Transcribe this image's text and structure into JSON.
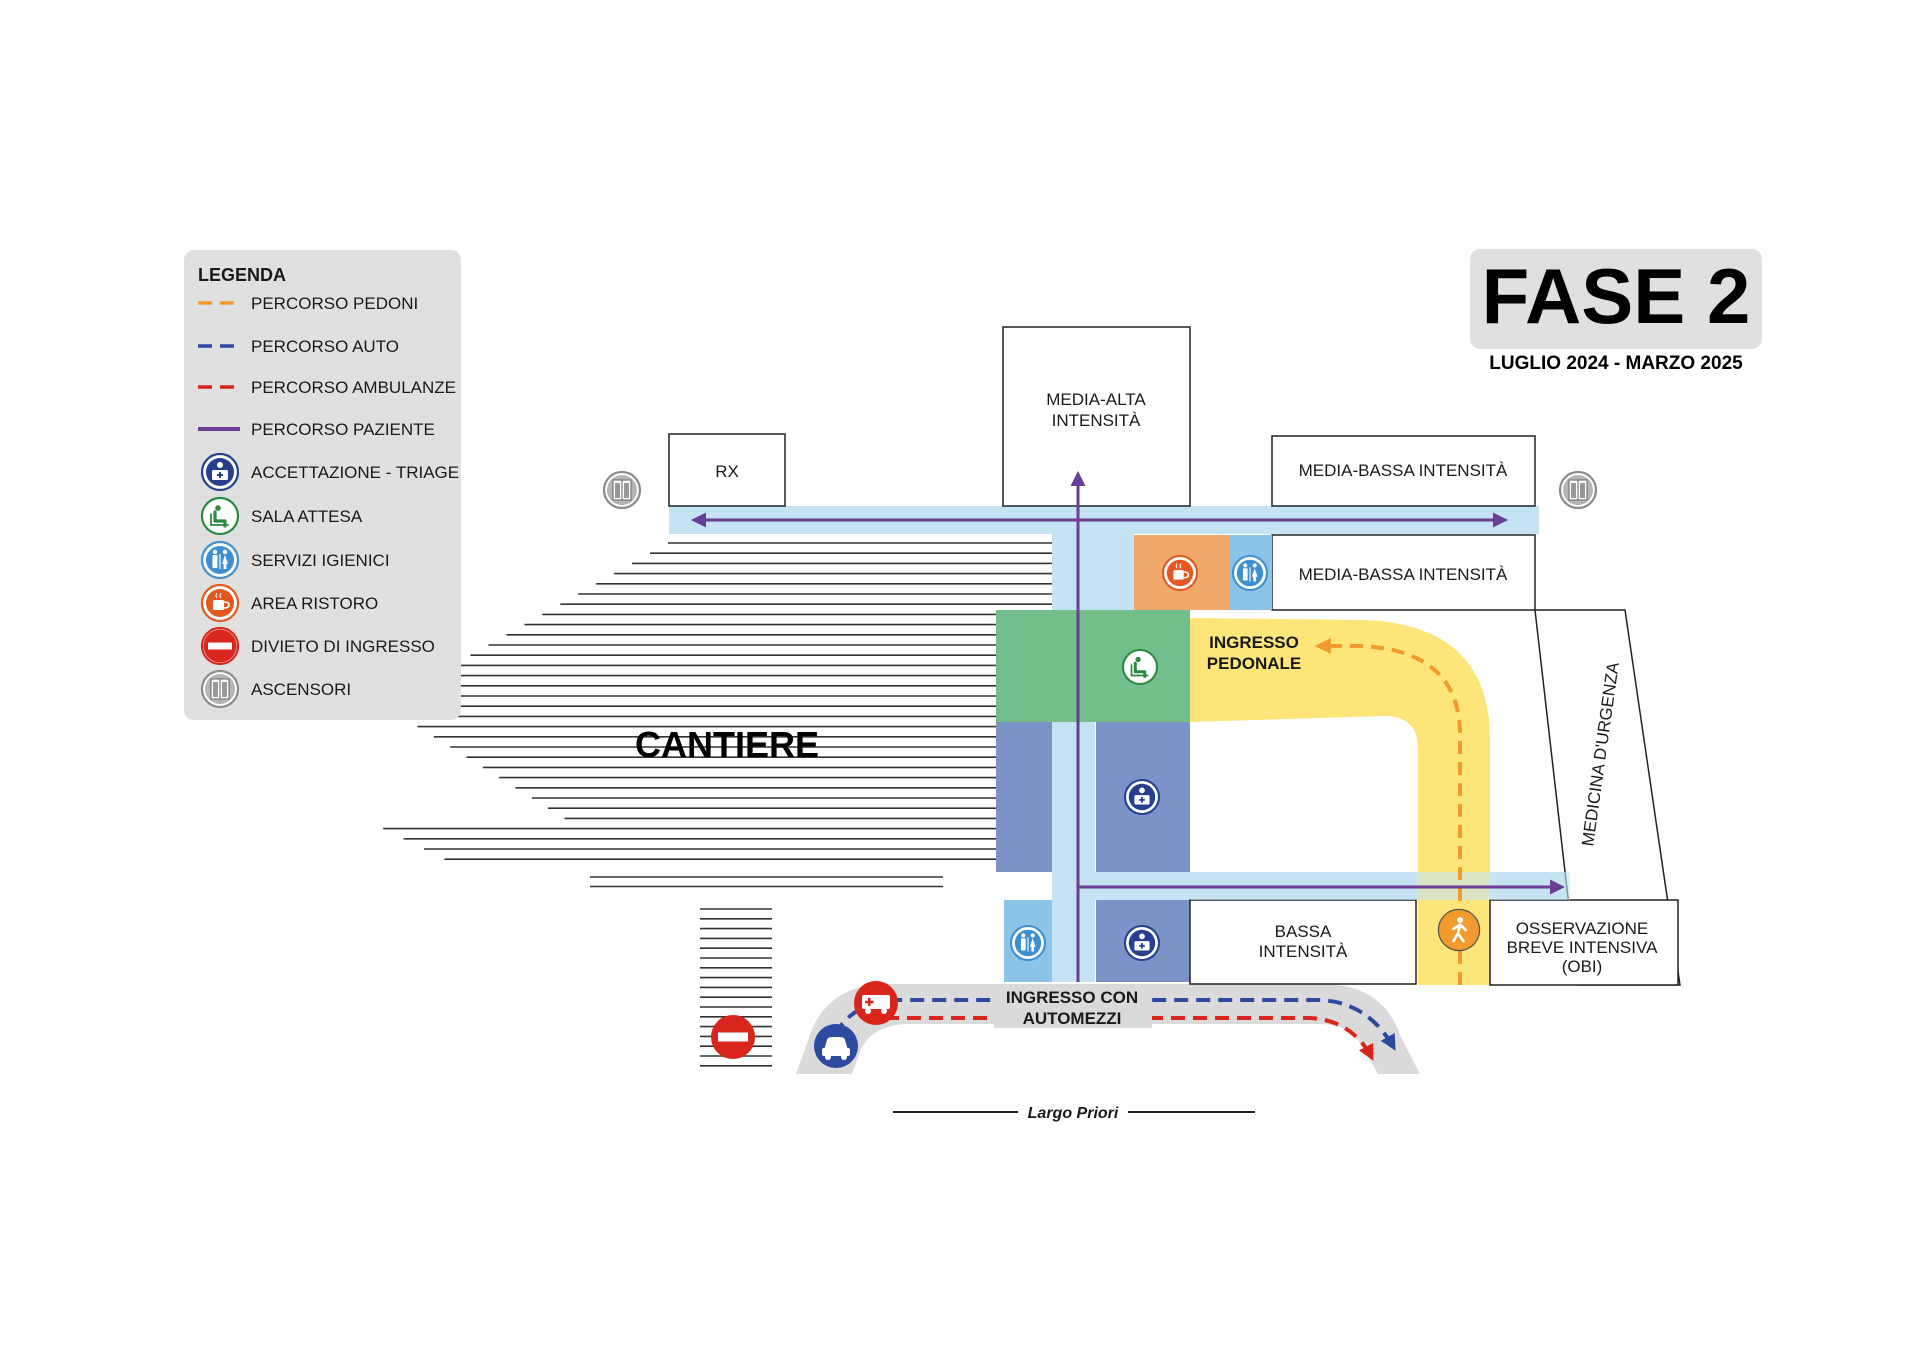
{
  "phase": {
    "title": "FASE 2",
    "period": "LUGLIO 2024 - MARZO 2025"
  },
  "legend": {
    "title": "LEGENDA",
    "items": [
      {
        "label": "PERCORSO PEDONI",
        "kind": "dash",
        "color": "#f39a2c"
      },
      {
        "label": "PERCORSO AUTO",
        "kind": "dash",
        "color": "#2b4aa0"
      },
      {
        "label": "PERCORSO AMBULANZE",
        "kind": "dash",
        "color": "#d8261c"
      },
      {
        "label": "PERCORSO PAZIENTE",
        "kind": "line",
        "color": "#6a3d96"
      },
      {
        "label": "ACCETTAZIONE - TRIAGE",
        "kind": "icon",
        "icon": "triage-icon",
        "color": "#26408f"
      },
      {
        "label": "SALA ATTESA",
        "kind": "icon",
        "icon": "waiting-room-icon",
        "color": "#2a8a3e"
      },
      {
        "label": "SERVIZI IGIENICI",
        "kind": "icon",
        "icon": "restroom-icon",
        "color": "#3d8fd0"
      },
      {
        "label": "AREA RISTORO",
        "kind": "icon",
        "icon": "cafe-icon",
        "color": "#e2581f"
      },
      {
        "label": "DIVIETO DI INGRESSO",
        "kind": "icon",
        "icon": "no-entry-icon",
        "color": "#d8261c"
      },
      {
        "label": "ASCENSORI",
        "kind": "icon",
        "icon": "elevator-icon",
        "color": "#8a8a8a"
      }
    ]
  },
  "rooms": {
    "rx": "RX",
    "media_alta": [
      "MEDIA-ALTA",
      "INTENSITÀ"
    ],
    "media_bassa_1": "MEDIA-BASSA INTENSITÀ",
    "media_bassa_2": "MEDIA-BASSA INTENSITÀ",
    "medicina_urgenza": "MEDICINA D'URGENZA",
    "bassa": [
      "BASSA",
      "INTENSITÀ"
    ],
    "obi": [
      "OSSERVAZIONE",
      "BREVE INTENSIVA",
      "(OBI)"
    ]
  },
  "labels": {
    "cantiere": "CANTIERE",
    "ingresso_pedonale": [
      "INGRESSO",
      "PEDONALE"
    ],
    "ingresso_automezzi": [
      "INGRESSO CON",
      "AUTOMEZZI"
    ],
    "street": "Largo Priori"
  },
  "colors": {
    "corridor": "#c5e3f3",
    "waiting": "#72bf8c",
    "triage_zone": "#7b93c6",
    "cafe_zone": "#f1a96b",
    "restroom_zone": "#8cc4e8",
    "pedestrian_path": "#fde57a",
    "road": "#dadada",
    "legend_bg": "#e0e0e0",
    "patient_path": "#6a3d96"
  }
}
